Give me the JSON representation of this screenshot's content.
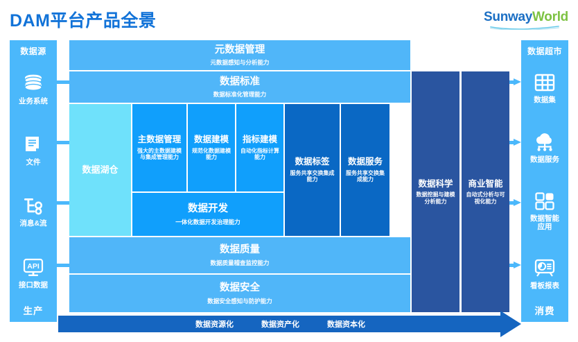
{
  "header": {
    "title": "DAM平台产品全景",
    "logo": {
      "part1": "Sunway",
      "part2": "World"
    },
    "title_color": "#1273D8",
    "logo_color_1": "#1B6FC4",
    "logo_color_2": "#7DC242"
  },
  "palette": {
    "light_band": "#50B6F9",
    "sidebar": "#4BB8FB",
    "blue": "#109FFC",
    "cyan": "#6FE1FB",
    "mid_blue": "#0A68C4",
    "navy": "#2A55A0",
    "band": "#1565C0"
  },
  "sidebar_left": {
    "title": "数据源",
    "footer": "生产",
    "items": [
      {
        "icon": "database-icon",
        "label": "业务系统"
      },
      {
        "icon": "document-icon",
        "label": "文件"
      },
      {
        "icon": "message-stream-icon",
        "label": "消息&流"
      },
      {
        "icon": "api-monitor-icon",
        "label": "接口数据"
      }
    ]
  },
  "sidebar_right": {
    "title": "数据超市",
    "footer": "消费",
    "items": [
      {
        "icon": "table-grid-icon",
        "label": "数据集"
      },
      {
        "icon": "cloud-service-icon",
        "label": "数据服务"
      },
      {
        "icon": "app-blocks-icon",
        "label": "数据智能\n应用"
      },
      {
        "icon": "dashboard-report-icon",
        "label": "看板报表"
      }
    ]
  },
  "center": {
    "metadata": {
      "title": "元数据管理",
      "subtitle": "元数据感知与分析能力"
    },
    "standard": {
      "title": "数据标准",
      "subtitle": "数据标准化管理能力"
    },
    "lakehouse": {
      "title": "数据湖仓",
      "subtitle": ""
    },
    "master_data": {
      "title": "主数据管理",
      "subtitle": "强大的主数据建模与集成管理能力"
    },
    "modeling": {
      "title": "数据建模",
      "subtitle": "规范化数据建模能力"
    },
    "metric_model": {
      "title": "指标建模",
      "subtitle": "自动化指标计算能力"
    },
    "development": {
      "title": "数据开发",
      "subtitle": "一体化数据开发治理能力"
    },
    "tags": {
      "title": "数据标签",
      "subtitle": "服务共享交换集成能力"
    },
    "services": {
      "title": "数据服务",
      "subtitle": "服务共享交换集成能力"
    },
    "science": {
      "title": "数据科学",
      "subtitle": "数据挖掘与建模分析能力"
    },
    "bi": {
      "title": "商业智能",
      "subtitle": "自动式分析与可视化能力"
    },
    "quality": {
      "title": "数据质量",
      "subtitle": "数据质量稽查监控能力"
    },
    "security": {
      "title": "数据安全",
      "subtitle": "数据安全感知与防护能力"
    }
  },
  "bottom_band": {
    "stages": [
      "数据资源化",
      "数据资产化",
      "数据资本化"
    ]
  }
}
